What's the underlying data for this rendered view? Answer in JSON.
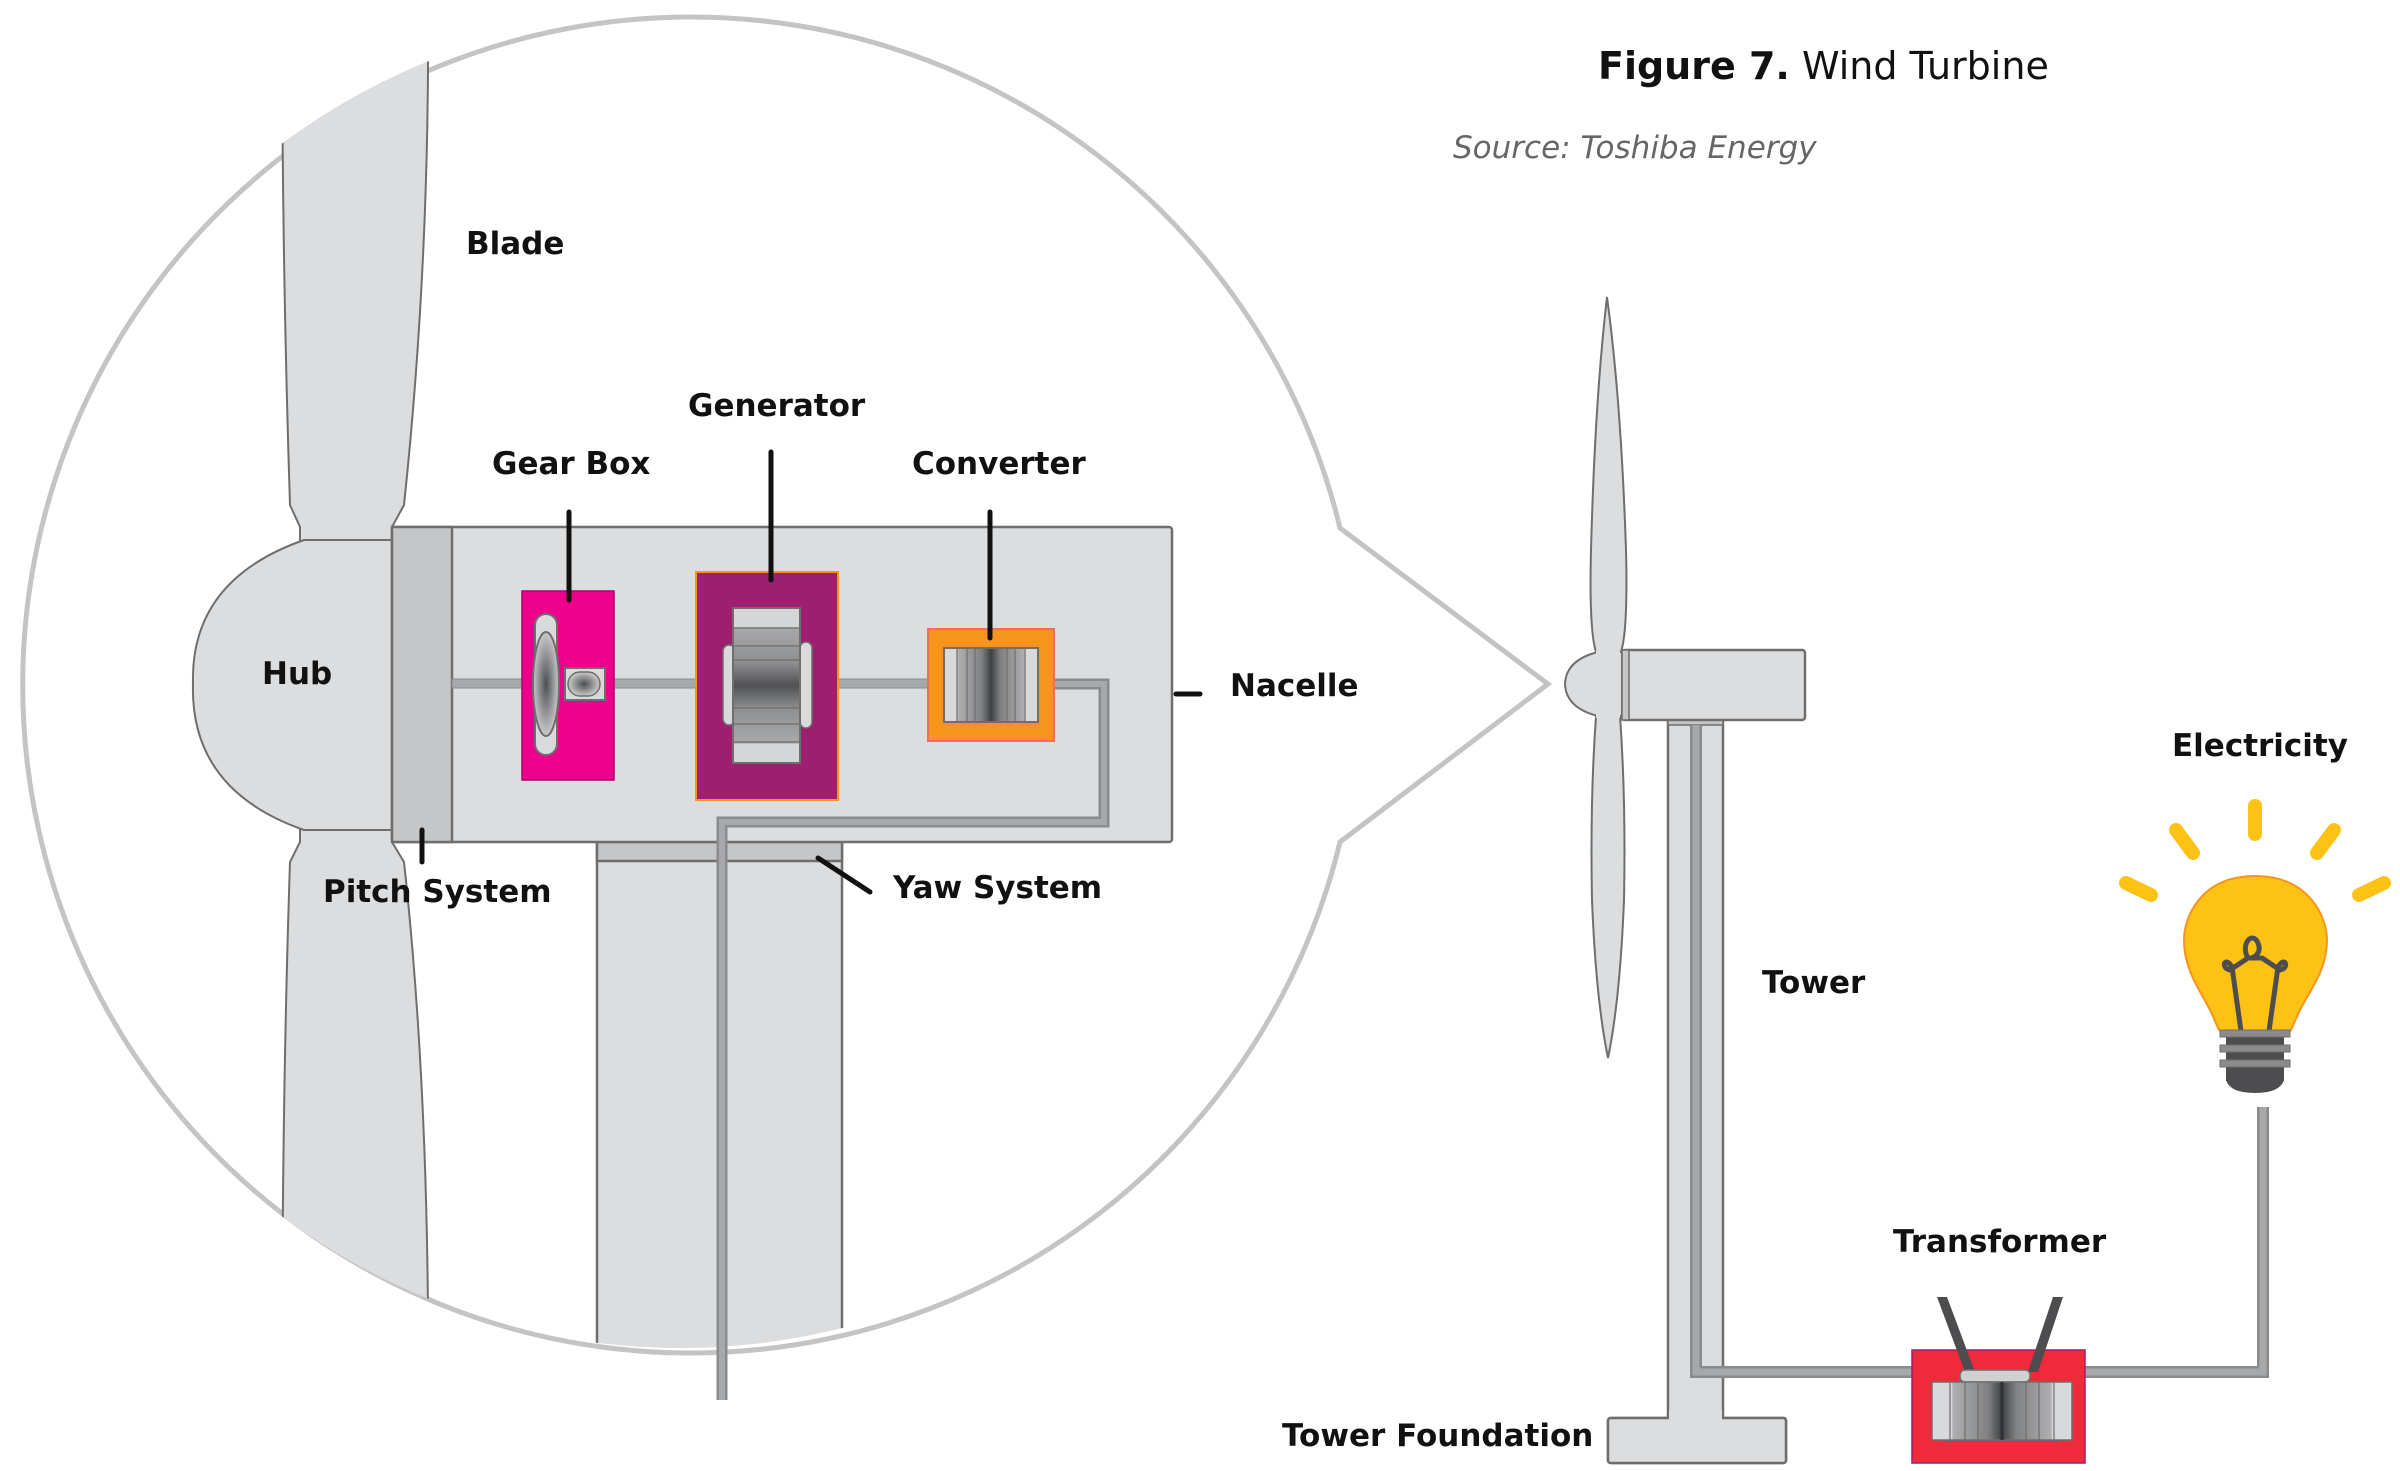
{
  "figure": {
    "number_label": "Figure 7.",
    "title": "Wind Turbine",
    "source": "Source: Toshiba Energy"
  },
  "labels": {
    "blade": "Blade",
    "hub": "Hub",
    "gear_box": "Gear Box",
    "generator": "Generator",
    "converter": "Converter",
    "nacelle": "Nacelle",
    "pitch_system": "Pitch System",
    "yaw_system": "Yaw System",
    "tower": "Tower",
    "tower_foundation": "Tower Foundation",
    "transformer": "Transformer",
    "electricity": "Electricity"
  },
  "colors": {
    "body_gray": "#dcdddf",
    "dark_gray": "#c5c6c8",
    "outline": "#6e6e6e",
    "magnifier": "#c4c4c6",
    "cable": "#a7a8aa",
    "gear_box": "#ec008c",
    "generator": "#9e1f70",
    "converter": "#f7941d",
    "transformer": "#ee2a3b",
    "bulb": "#fdc214",
    "bulb_base": "#4d4d4f"
  }
}
